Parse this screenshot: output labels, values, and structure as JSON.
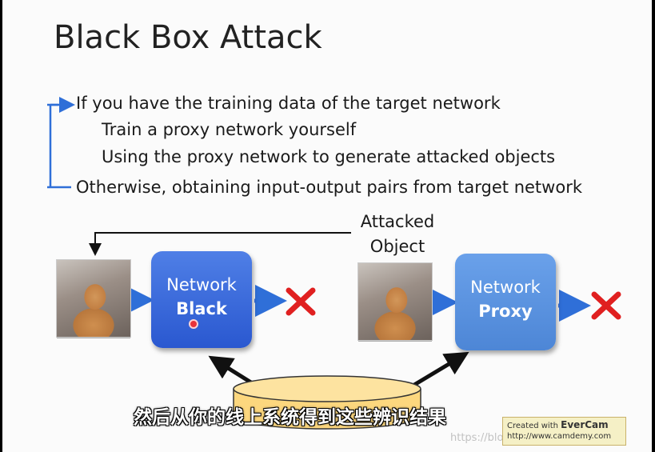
{
  "slide": {
    "title": "Black Box Attack",
    "bullets": [
      "If you have the training data of the target network",
      "Train a proxy network yourself",
      "Using the proxy network to generate attacked objects",
      "Otherwise, obtaining input-output pairs from target network"
    ],
    "network_black": {
      "line1": "Network",
      "line2": "Black"
    },
    "network_proxy": {
      "line1": "Network",
      "line2": "Proxy"
    },
    "attacked_object_label": [
      "Attacked",
      "Object"
    ],
    "result_icon": "red-x-icon"
  },
  "subtitle": "然后从你的线上系统得到这些辨识结果",
  "evercam": {
    "line1_prefix": "Created with ",
    "brand": "EverCam",
    "line2": "http://www.camdemy.com"
  },
  "watermark": "https://blog.csdn.net/..."
}
